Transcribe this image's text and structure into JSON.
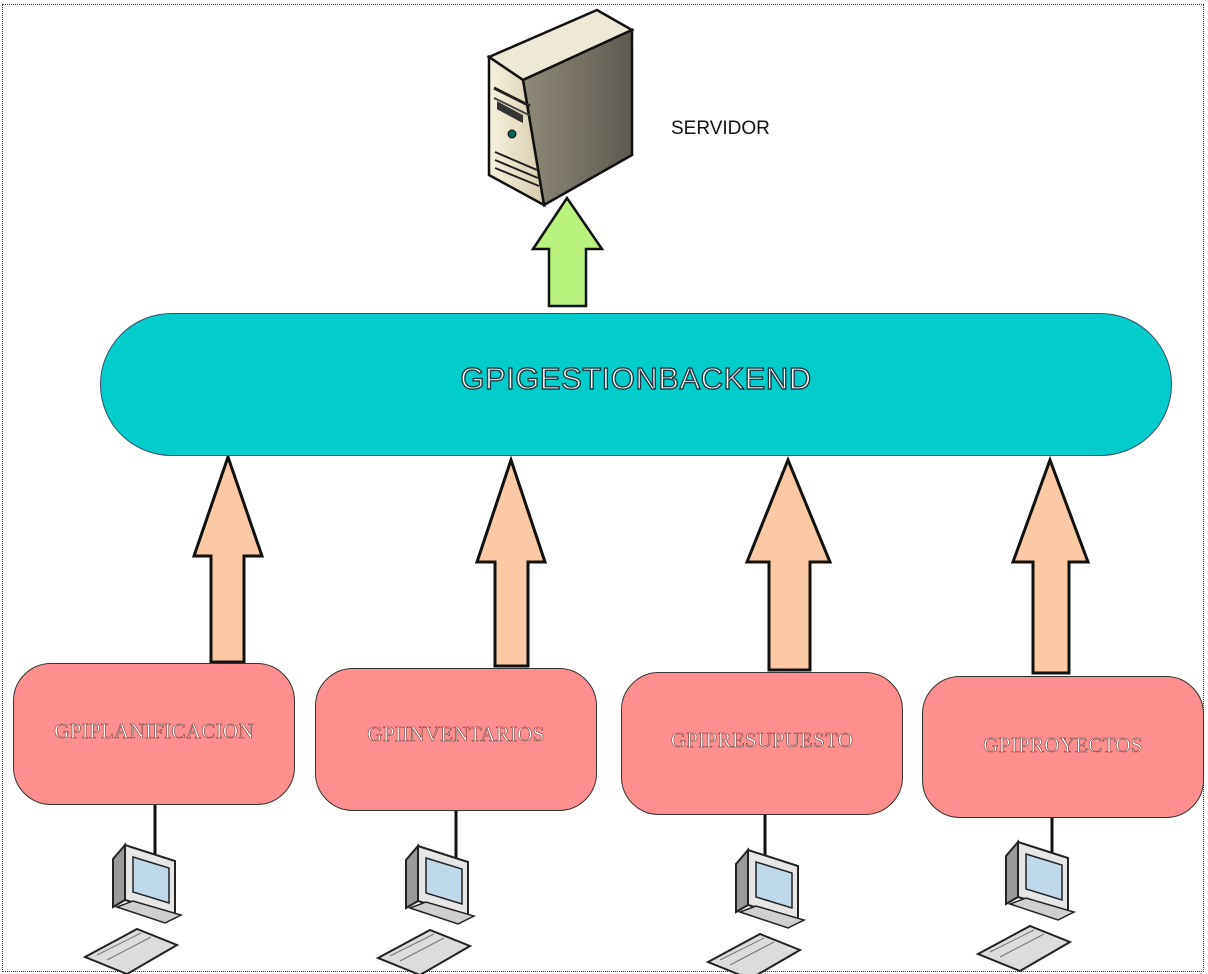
{
  "server": {
    "label": "SERVIDOR",
    "icon": "server-tower-icon"
  },
  "backend": {
    "label": "GPIGESTIONBACKEND",
    "color": "#02cccc"
  },
  "modules": [
    {
      "label": "GPIPLANIFICACION"
    },
    {
      "label": "GPIINVENTARIOS"
    },
    {
      "label": "GPIPRESUPUESTO"
    },
    {
      "label": "GPIPROYECTOS"
    }
  ],
  "colors": {
    "module_fill": "#ff8f8f",
    "up_arrow_fill": "#fcc9a4",
    "server_arrow_fill": "#b8f27c"
  }
}
